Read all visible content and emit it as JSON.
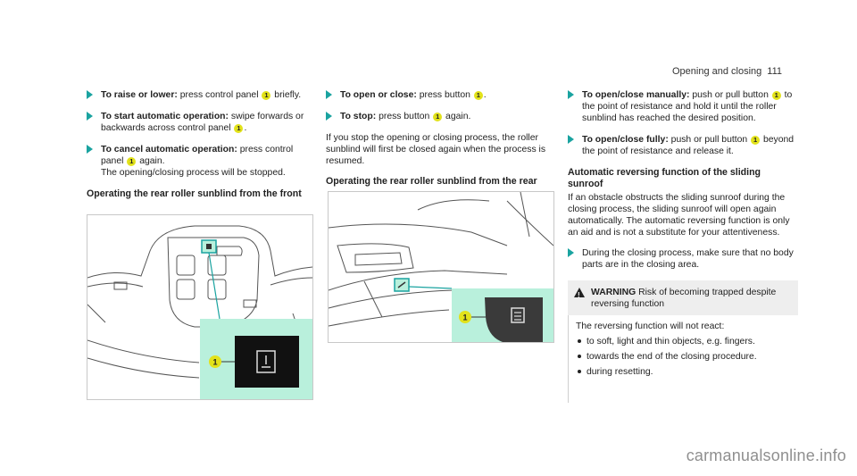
{
  "header": {
    "title": "Opening and closing",
    "page_number": "111"
  },
  "col1": {
    "step1": {
      "label": "To raise or lower:",
      "text_a": " press control panel ",
      "num": "1",
      "text_b": " briefly."
    },
    "step2": {
      "label": "To start automatic operation:",
      "text_a": " swipe forwards or backwards across control panel ",
      "num": "1",
      "text_b": "."
    },
    "step3": {
      "label": "To cancel automatic operation:",
      "text_a": " press control panel ",
      "num": "1",
      "text_b": " again.",
      "line2": "The opening/closing process will be stopped."
    },
    "heading": "Operating the rear roller sunblind from the front",
    "figure_callout": "1"
  },
  "col2": {
    "step1": {
      "label": "To open or close:",
      "text_a": " press button ",
      "num": "1",
      "text_b": "."
    },
    "step2": {
      "label": "To stop:",
      "text_a": " press button ",
      "num": "1",
      "text_b": " again."
    },
    "para": "If you stop the opening or closing process, the roller sunblind will first be closed again when the process is resumed.",
    "heading": "Operating the rear roller sunblind from the rear",
    "figure_callout": "1"
  },
  "col3": {
    "step1": {
      "label": "To open/close manually:",
      "text_a": " push or pull button ",
      "num": "1",
      "text_b": " to the point of resistance and hold it until the roller sunblind has reached the desired position."
    },
    "step2": {
      "label": "To open/close fully:",
      "text_a": " push or pull button ",
      "num": "1",
      "text_b": " beyond the point of resistance and release it."
    },
    "heading": "Automatic reversing function of the sliding sunroof",
    "para": "If an obstacle obstructs the sliding sunroof during the closing process, the sliding sunroof will open again automatically. The automatic reversing function is only an aid and is not a substitute for your attentiveness.",
    "step3": {
      "text": "During the closing process, make sure that no body parts are in the closing area."
    },
    "warning": {
      "title": "WARNING",
      "title_text": " Risk of becoming trapped despite reversing function",
      "intro": "The reversing function will not react:",
      "bullets": [
        "to soft, light and thin objects, e.g. fingers.",
        "towards the end of the closing procedure.",
        "during resetting."
      ]
    }
  },
  "watermark": "carmanualsonline.info",
  "colors": {
    "accent": "#1aa3a0",
    "callout": "#e2e21a",
    "highlight": "#b9f0dc"
  }
}
